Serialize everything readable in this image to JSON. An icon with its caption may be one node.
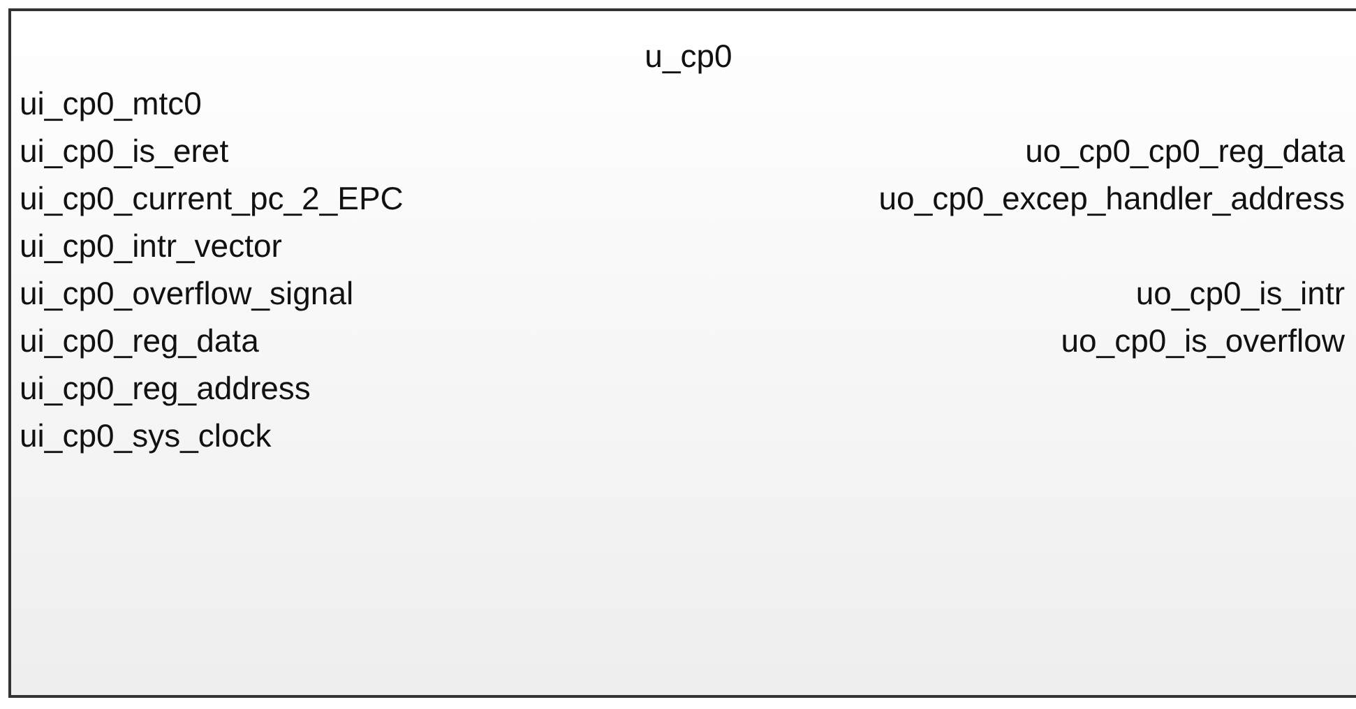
{
  "diagram": {
    "nodes": [
      {
        "text": [
          "u_cp0"
        ]
      }
    ],
    "labels": [
      "ui_cp0_mtc0",
      "ui_cp0_is_eret",
      "uo_cp0_cp0_reg_data",
      "ui_cp0_current_pc_2_EPC",
      "uo_cp0_excep_handler_address",
      "ui_cp0_intr_vector",
      "ui_cp0_overflow_signal",
      "uo_cp0_is_intr",
      "ui_cp0_reg_data",
      "uo_cp0_is_overflow",
      "ui_cp0_reg_address",
      "ui_cp0_sys_clock"
    ]
  }
}
